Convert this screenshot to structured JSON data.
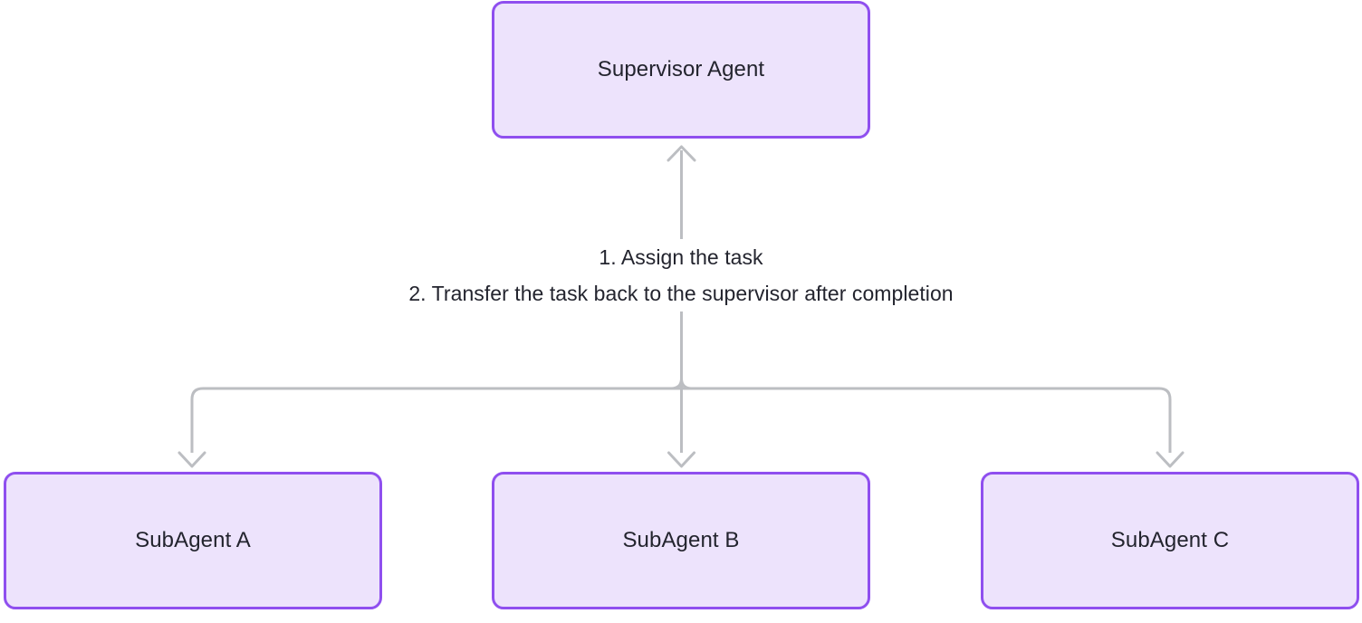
{
  "diagram": {
    "title": "Supervisor Agent multi-agent handoff diagram",
    "background_color": "#ffffff",
    "node_fill_color": "#EDE3FC",
    "node_border_color": "#8F4FEF",
    "edge_color": "#BCBEC2",
    "text_color": "#23242E",
    "nodes": [
      {
        "id": "supervisor",
        "label": "Supervisor Agent"
      },
      {
        "id": "subagent_a",
        "label": "SubAgent A"
      },
      {
        "id": "subagent_b",
        "label": "SubAgent B"
      },
      {
        "id": "subagent_c",
        "label": "SubAgent C"
      }
    ],
    "edge_annotation": {
      "line1": "1. Assign the task",
      "line2": "2. Transfer the task back to the supervisor after completion"
    },
    "edges": [
      {
        "from": "hub",
        "to": "supervisor",
        "arrow": "up"
      },
      {
        "from": "hub",
        "to": "subagent_a",
        "arrow": "down"
      },
      {
        "from": "hub",
        "to": "subagent_b",
        "arrow": "down"
      },
      {
        "from": "hub",
        "to": "subagent_c",
        "arrow": "down"
      }
    ]
  }
}
